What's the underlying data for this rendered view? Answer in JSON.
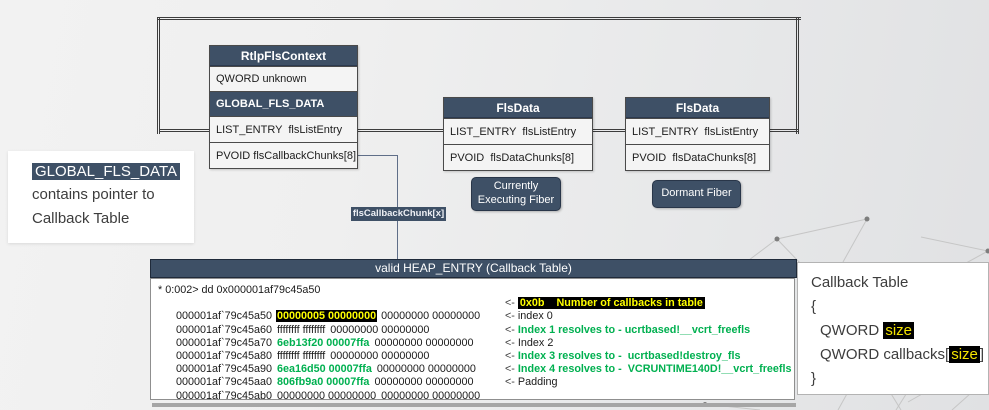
{
  "note": {
    "highlight": "GLOBAL_FLS_DATA",
    "line2": "contains pointer to",
    "line3": "Callback Table"
  },
  "rtlp": {
    "title": "RtlpFlsContext",
    "row_unknown": "QWORD unknown",
    "row_global": "GLOBAL_FLS_DATA",
    "row_list": "LIST_ENTRY  flsListEntry",
    "row_pvoid": "PVOID flsCallbackChunks[8]"
  },
  "fls1": {
    "title": "FlsData",
    "row_list": "LIST_ENTRY  flsListEntry",
    "row_pvoid": "PVOID  flsDataChunks[8]",
    "caption_line1": "Currently",
    "caption_line2": "Executing Fiber"
  },
  "fls2": {
    "title": "FlsData",
    "row_list": "LIST_ENTRY  flsListEntry",
    "row_pvoid": "PVOID  flsDataChunks[8]",
    "caption": "Dormant Fiber"
  },
  "connector": {
    "label": "flsCallbackChunk[x]"
  },
  "heap": {
    "title": "valid HEAP_ENTRY (Callback Table)",
    "prompt": "* 0:002> dd 0x000001af79c45a50",
    "arrow": "<- ",
    "lines": [
      {
        "addr": "000001af`79c45a50",
        "hexA": "00000005 00000000",
        "hexB": "00000000 00000000",
        "ann": "0x0b    Number of callbacks in table"
      },
      {
        "addr": "000001af`79c45a60",
        "hexA": "ffffffff ffffffff",
        "hexB": "00000000 00000000",
        "ann": "index 0"
      },
      {
        "addr": "000001af`79c45a70",
        "hexA": "6eb13f20 00007ffa",
        "hexB": "00000000 00000000",
        "ann": "Index 1 resolves to - ucrtbased!__vcrt_freefls"
      },
      {
        "addr": "000001af`79c45a80",
        "hexA": "ffffffff ffffffff",
        "hexB": "00000000 00000000",
        "ann": "Index 2"
      },
      {
        "addr": "000001af`79c45a90",
        "hexA": "6ea16d50 00007ffa",
        "hexB": "00000000 00000000",
        "ann": "Index 3 resolves to -  ucrtbased!destroy_fls"
      },
      {
        "addr": "000001af`79c45aa0",
        "hexA": "806fb9a0 00007ffa",
        "hexB": "00000000 00000000",
        "ann": "Index 4 resolves to -  VCRUNTIME140D!__vcrt_freefls"
      },
      {
        "addr": "000001af`79c45ab0",
        "hexA": "00000000 00000000",
        "hexB": "00000000 00000000",
        "ann": "Padding"
      }
    ]
  },
  "struct": {
    "title": "Callback Table",
    "open": "{",
    "f1_pre": "QWORD ",
    "f1_hl": "size",
    "f2_pre": "QWORD callbacks[",
    "f2_hl": "size",
    "f2_post": "]",
    "close": "}"
  },
  "colors": {
    "navy": "#3e5066",
    "green": "#00b050",
    "highlight_bg": "#000000",
    "highlight_text": "#ffff00"
  }
}
